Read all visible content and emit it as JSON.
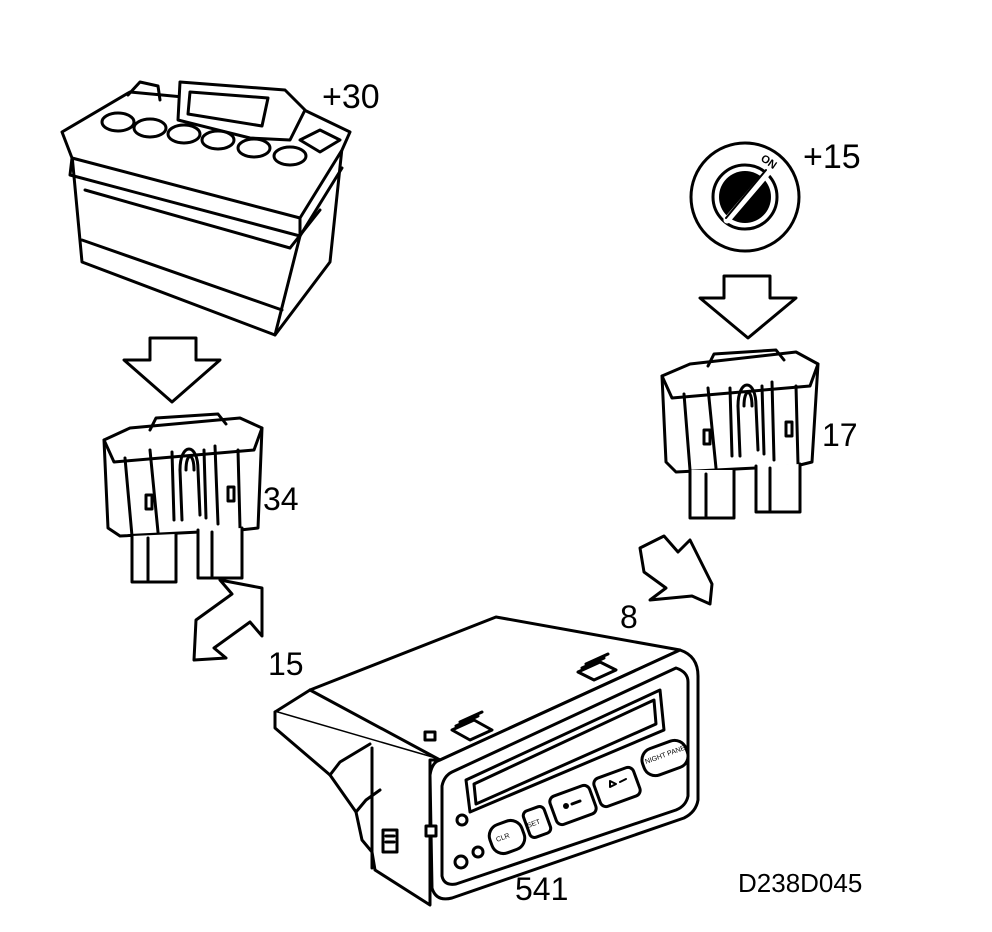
{
  "labels": {
    "battery_terminal": "+30",
    "ignition_terminal": "+15",
    "ignition_on": "ON",
    "fuse_left": "34",
    "fuse_right": "17",
    "pin_left": "15",
    "pin_right": "8",
    "unit_number": "541",
    "figure_code": "D238D045"
  },
  "unit_buttons": {
    "clr": "CLR",
    "set": "SET",
    "night_panel": "NIGHT PANEL"
  }
}
